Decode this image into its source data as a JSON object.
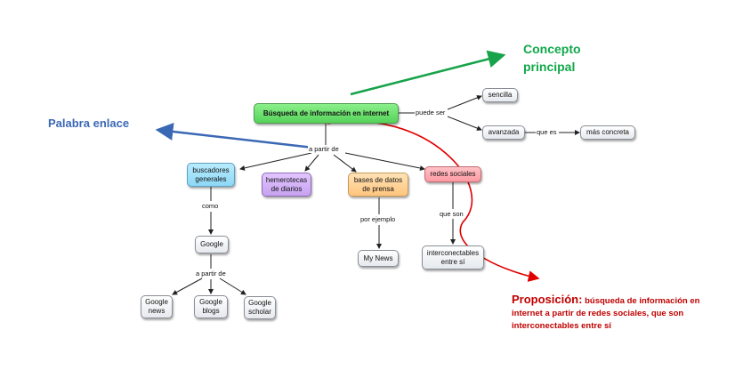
{
  "nodes": {
    "main": "Búsqueda de información en internet",
    "sencilla": "sencilla",
    "avanzada": "avanzada",
    "mas_concreta": "más concreta",
    "buscadores": "buscadores generales",
    "hemerotecas": "hemerotecas de diarios",
    "bases": "bases de datos de prensa",
    "redes": "redes sociales",
    "google": "Google",
    "mynews": "My News",
    "interconectables": "interconectables entre sí",
    "google_news": "Google news",
    "google_blogs": "Google blogs",
    "google_scholar": "Google scholar"
  },
  "links": {
    "puede_ser": "puede ser",
    "que_es": "que es",
    "a_partir_de": "a partir de",
    "como": "como",
    "por_ejemplo": "por ejemplo",
    "que_son": "que son",
    "a_partir_de_2": "a partir de"
  },
  "annotations": {
    "concepto": "Concepto principal",
    "palabra": "Palabra enlace",
    "proposicion_title": "Proposición:",
    "proposicion_text": "búsqueda de información en internet a partir de redes sociales, que son interconectables entre sí"
  },
  "colors": {
    "concept_arrow": "#16a34a",
    "palabra_arrow": "#3b68b5",
    "proposition_arrow": "#e00000"
  }
}
